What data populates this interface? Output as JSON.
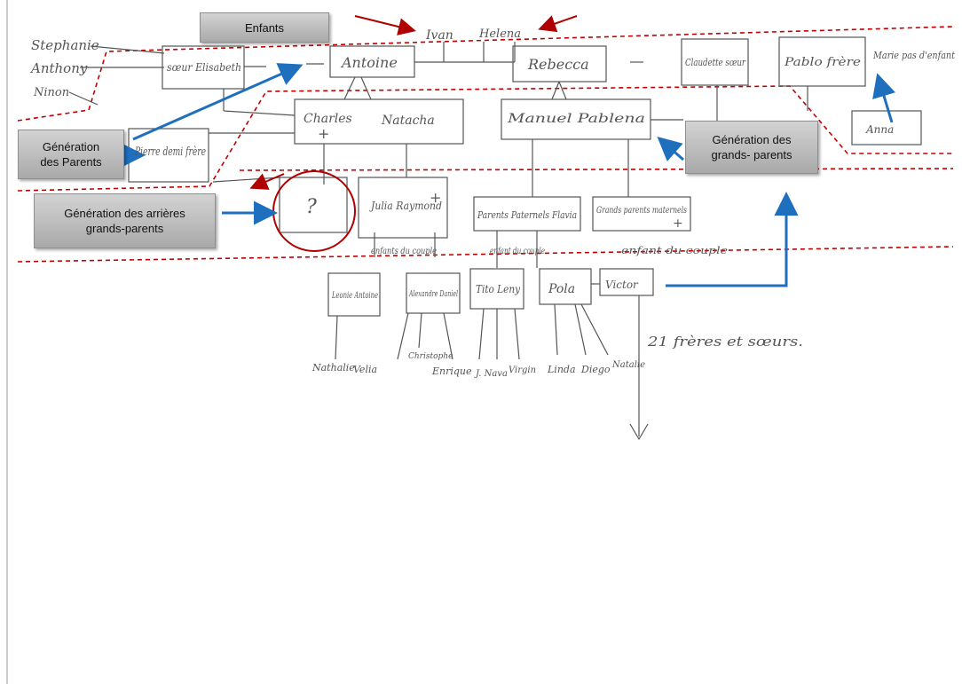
{
  "callouts": {
    "enfants": "Enfants",
    "parents": "Génération\ndes Parents",
    "grands_parents": "Génération des\ngrands- parents",
    "arrieres": "Génération des arrières\ngrands-parents"
  },
  "handwriting": {
    "left_names": [
      "Stephanie",
      "Anthony",
      "Ninon"
    ],
    "top_names": [
      "Ivan",
      "Helena"
    ],
    "soeur_elisabeth": "sœur Elisabeth",
    "antoine": "Antoine",
    "rebecca": "Rebecca",
    "claudette_soeur": "Claudette sœur",
    "pablo_frere": "Pablo frère",
    "marie_pas_enfant": "Marie pas d'enfant",
    "anna": "Anna",
    "charles": "Charles",
    "natacha": "Natacha",
    "manuel_pablena": "Manuel Pablena",
    "pierre_demi_frere": "Pierre demi frère",
    "question": "?",
    "julia_raymond": "Julia Raymond",
    "parents_paternels": "Parents Paternels Flavia",
    "grands_parents_maternels": "Grands parents maternels",
    "enfants_du_couple_1": "enfants du couple",
    "enfant_du_couple_2": "enfant du couple",
    "enfant_du_couple_3": "enfant du couple",
    "leonie_antoine": "Leonie Antoine",
    "alexandre_daniel": "Alexandre Daniel",
    "tito_leny": "Tito Leny",
    "pola": "Pola",
    "victor": "Victor",
    "freres_soeurs": "21 frères et sœurs.",
    "bottom_names": [
      "Nathalie",
      "Velia",
      "Christophe",
      "Enrique",
      "J. Nava",
      "Virgin",
      "Linda",
      "Diego",
      "Natalie"
    ],
    "plus": "+"
  },
  "colors": {
    "ink": "#555555",
    "dash_red": "#c00000",
    "arrow_red": "#b00000",
    "arrow_blue": "#1f6fbf",
    "circle_red": "#b00000"
  }
}
